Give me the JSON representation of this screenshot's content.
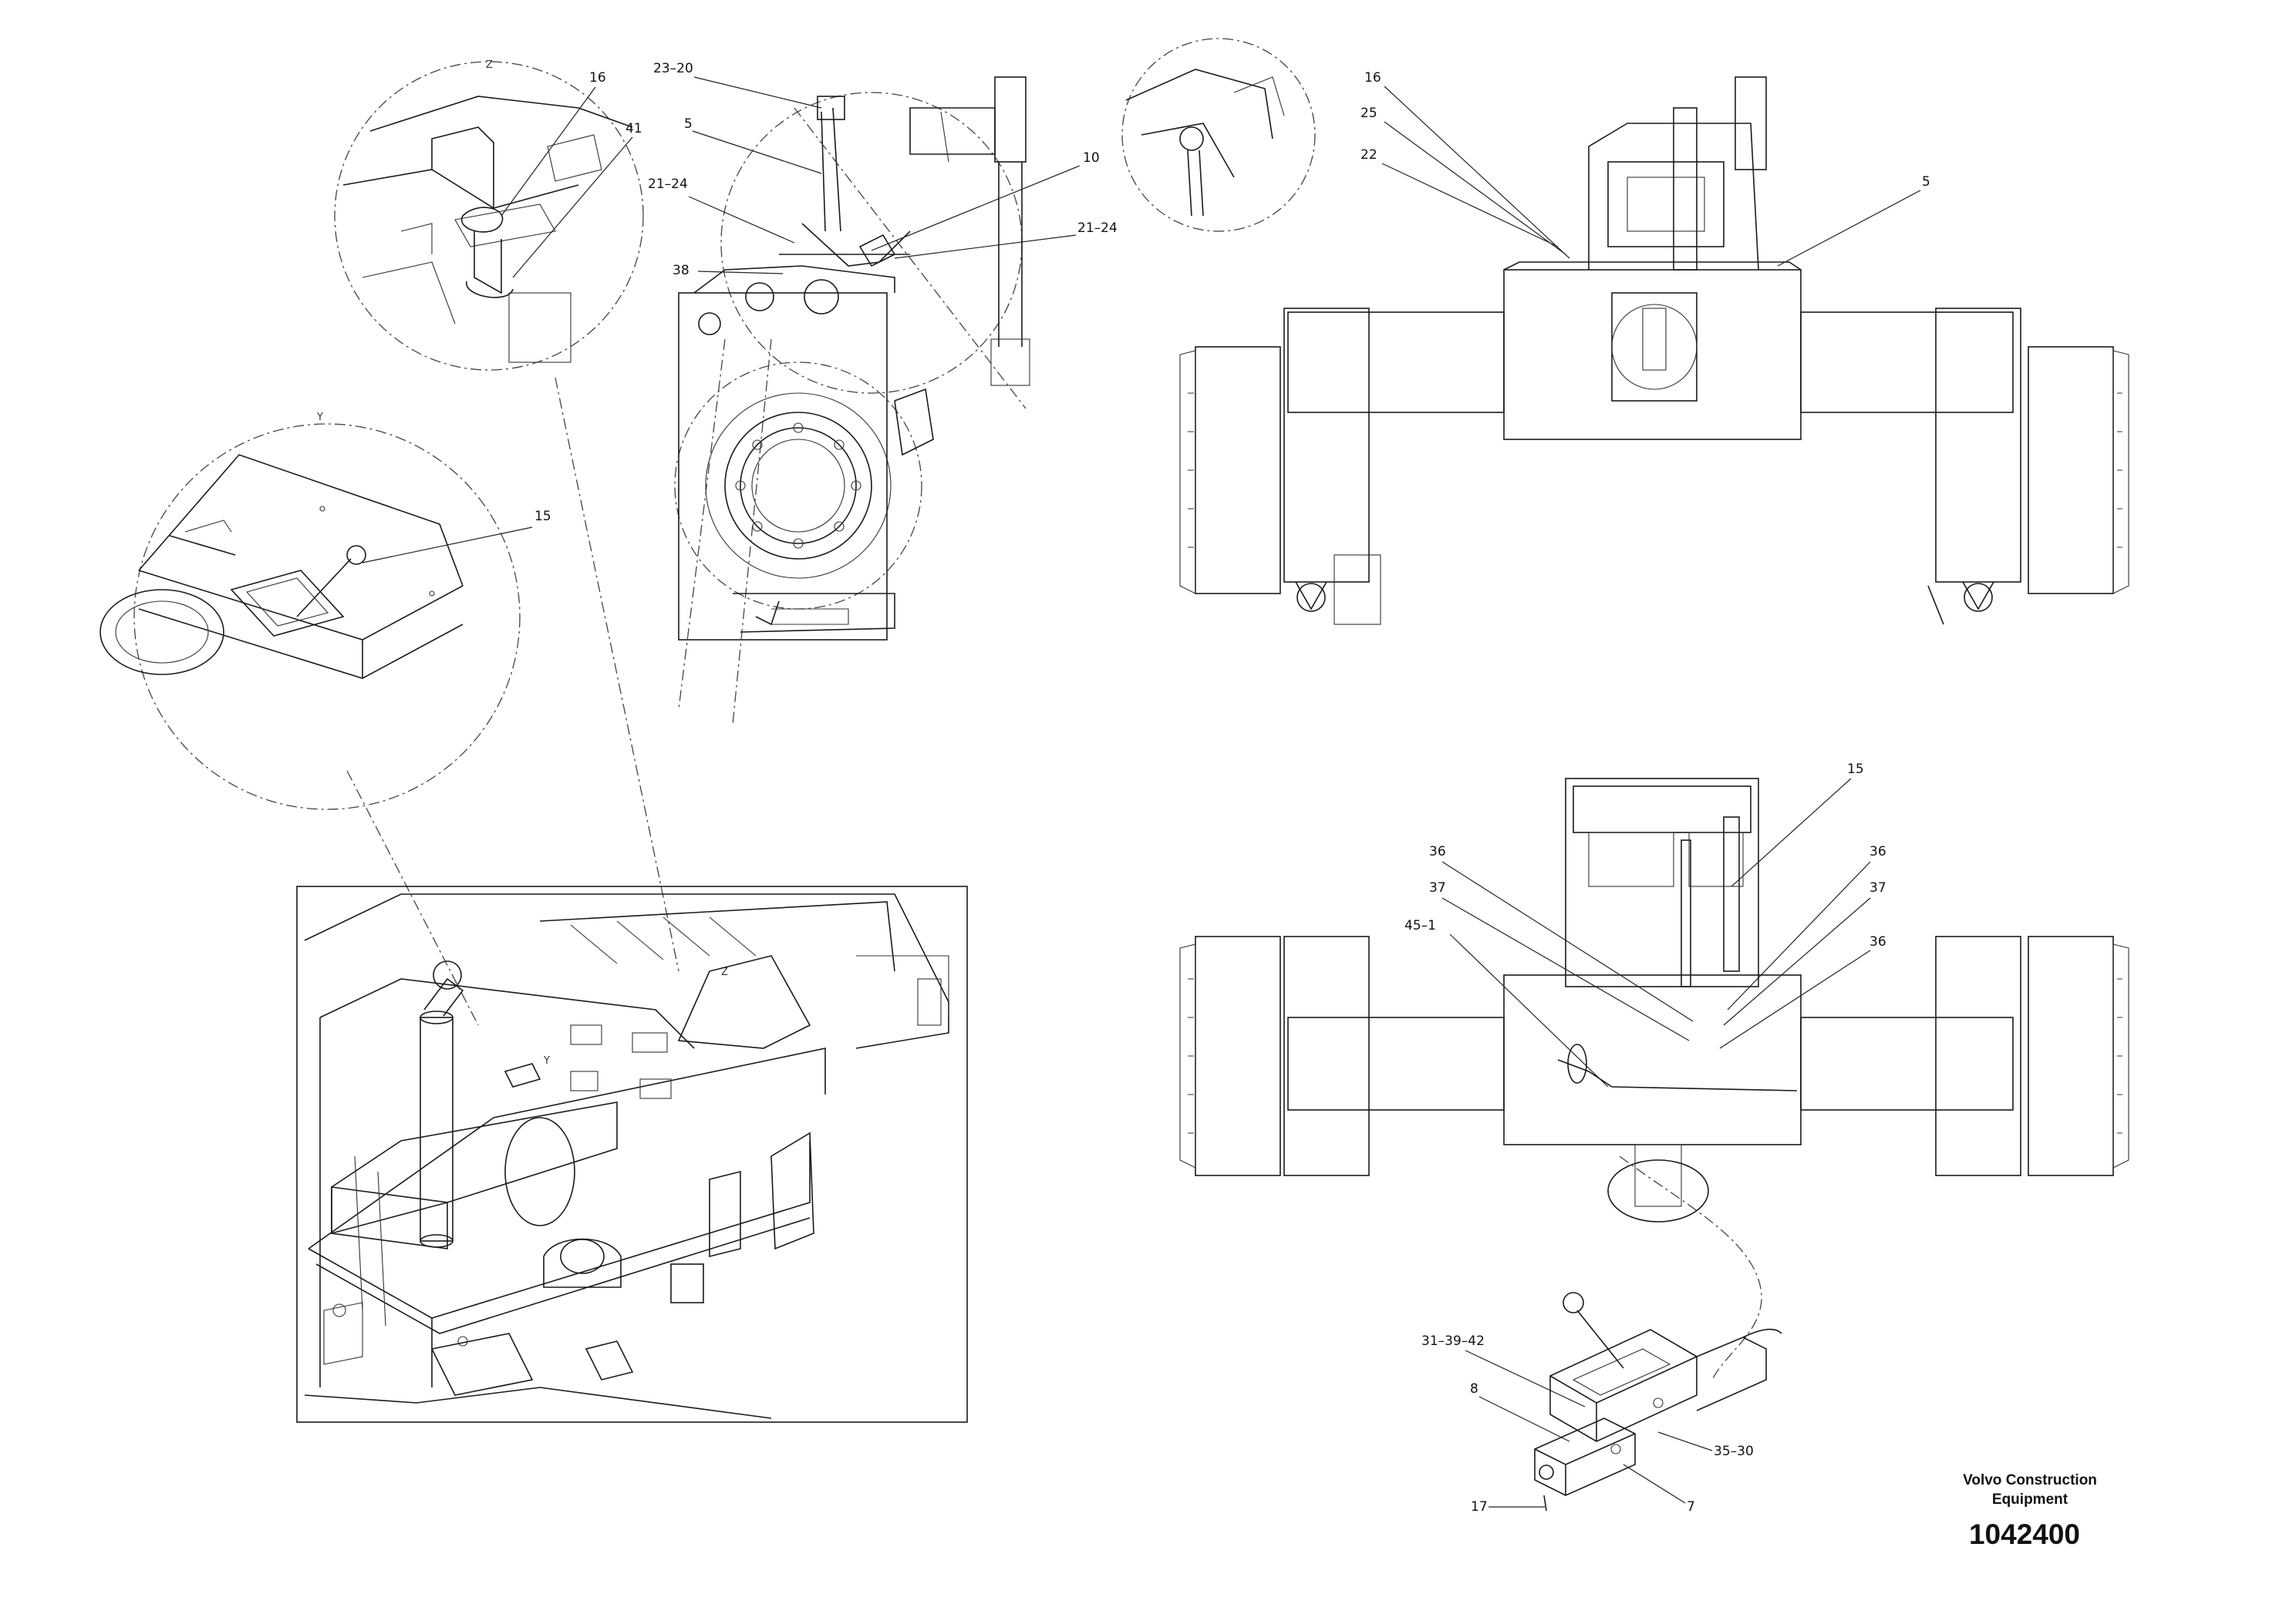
{
  "views": {
    "detail_z": "Z",
    "detail_y": "Y",
    "iso_z": "Z",
    "iso_y": "Y"
  },
  "labels": {
    "z16": "16",
    "z41": "41",
    "y15": "15",
    "s23_20": "23–20",
    "s5": "5",
    "s21_24a": "21–24",
    "s10": "10",
    "s21_24b": "21–24",
    "s38": "38",
    "r16": "16",
    "r25": "25",
    "r22": "22",
    "r5": "5",
    "b15": "15",
    "b36a": "36",
    "b37a": "37",
    "b36b": "36",
    "b37b": "37",
    "b36c": "36",
    "b45_1": "45–1",
    "c31_39_42": "31–39–42",
    "c8": "8",
    "c35_30": "35–30",
    "c17": "17",
    "c7": "7"
  },
  "title_block": {
    "company_line1": "Volvo Construction",
    "company_line2": "Equipment",
    "drawing_number": "1042400"
  }
}
